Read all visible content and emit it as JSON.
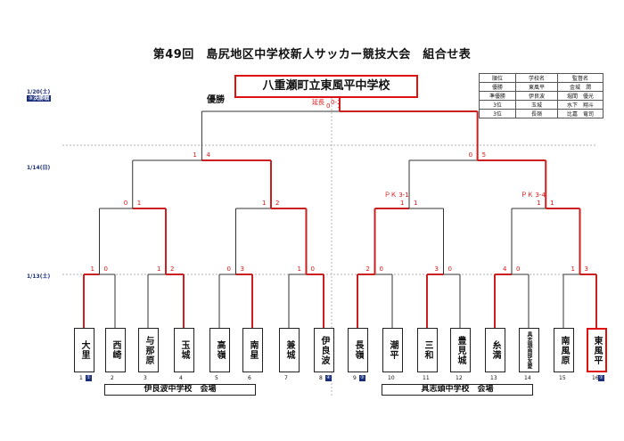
{
  "title": "第49回　島尻地区中学校新人サッカー競技大会　組合せ表",
  "champion": {
    "label": "優勝",
    "team": "八重瀬町立東風平中学校"
  },
  "dates": [
    {
      "date": "1/20(土)",
      "sub": "③決勝戦"
    },
    {
      "date": "1/14(日)",
      "sub": ""
    },
    {
      "date": "1/13(土)",
      "sub": ""
    }
  ],
  "results_table": {
    "headers": [
      "順位",
      "学校名",
      "監督名"
    ],
    "rows": [
      [
        "優勝",
        "東風平",
        "金城　潤"
      ],
      [
        "準優勝",
        "伊良波",
        "堀間　優光"
      ],
      [
        "3位",
        "玉城",
        "水下　翔斗"
      ],
      [
        "3位",
        "長嶺",
        "比嘉　竜司"
      ]
    ]
  },
  "teams": [
    {
      "no": "1",
      "name": "大里",
      "seed": "①"
    },
    {
      "no": "2",
      "name": "西崎",
      "seed": ""
    },
    {
      "no": "3",
      "name": "与那原",
      "seed": ""
    },
    {
      "no": "4",
      "name": "玉城",
      "seed": ""
    },
    {
      "no": "5",
      "name": "高嶺",
      "seed": ""
    },
    {
      "no": "6",
      "name": "南星",
      "seed": ""
    },
    {
      "no": "7",
      "name": "兼城",
      "seed": ""
    },
    {
      "no": "8",
      "name": "伊良波",
      "seed": "④"
    },
    {
      "no": "9",
      "name": "長嶺",
      "seed": "③"
    },
    {
      "no": "10",
      "name": "潮平",
      "seed": ""
    },
    {
      "no": "11",
      "name": "三和",
      "seed": ""
    },
    {
      "no": "12",
      "name": "豊見城",
      "seed": ""
    },
    {
      "no": "13",
      "name": "糸満",
      "seed": ""
    },
    {
      "no": "14",
      "name": "具志頭南部友愛",
      "seed": ""
    },
    {
      "no": "15",
      "name": "南風原",
      "seed": ""
    },
    {
      "no": "16",
      "name": "東風平",
      "seed": "②"
    }
  ],
  "venues": [
    "伊良波中学校　会場",
    "具志頭中学校　会場"
  ],
  "scores": {
    "r1": [
      [
        "1",
        "0"
      ],
      [
        "1",
        "2"
      ],
      [
        "0",
        "3"
      ],
      [
        "1",
        "0"
      ],
      [
        "2",
        "0"
      ],
      [
        "3",
        "0"
      ],
      [
        "4",
        "0"
      ],
      [
        "1",
        "3"
      ]
    ],
    "qf": [
      [
        "0",
        "1"
      ],
      [
        "1",
        "2"
      ],
      [
        "1",
        "1"
      ],
      [
        "1",
        "1"
      ]
    ],
    "pk": [
      "ＰＫ 3-1",
      "ＰＫ 3-4"
    ],
    "sf": [
      [
        "1",
        "4"
      ],
      [
        "0",
        "5"
      ]
    ],
    "final": [
      "延長",
      "0-1"
    ],
    "final2": [
      "0",
      "1"
    ]
  }
}
